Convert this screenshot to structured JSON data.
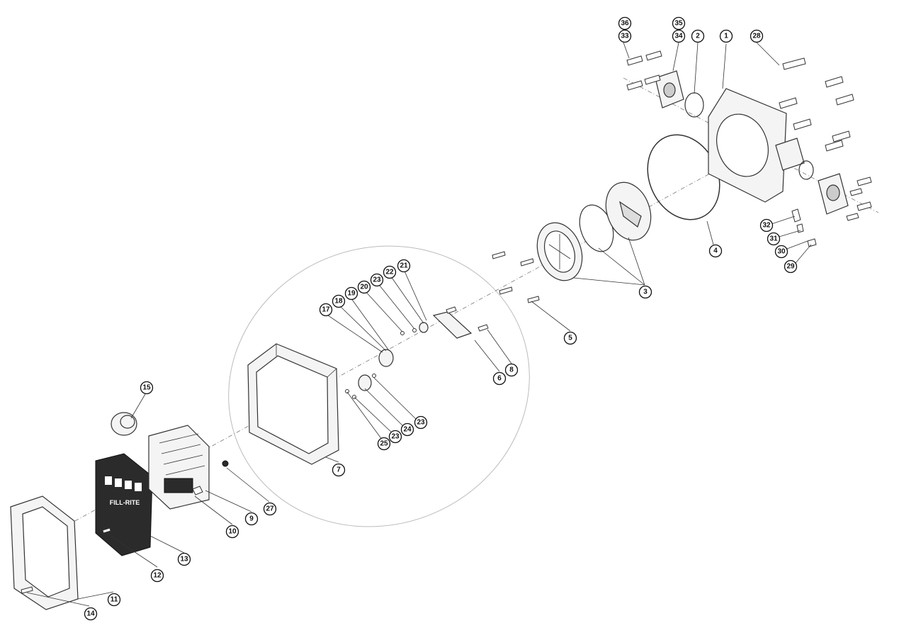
{
  "diagram": {
    "register_face_text": "FILL-RITE",
    "callouts": [
      "1",
      "2",
      "3",
      "4",
      "5",
      "6",
      "7",
      "8",
      "9",
      "10",
      "11",
      "12",
      "13",
      "14",
      "15",
      "17",
      "18",
      "19",
      "20",
      "21",
      "22",
      "23",
      "24",
      "25",
      "27",
      "28",
      "29",
      "30",
      "31",
      "32",
      "33",
      "34",
      "35",
      "36"
    ]
  }
}
